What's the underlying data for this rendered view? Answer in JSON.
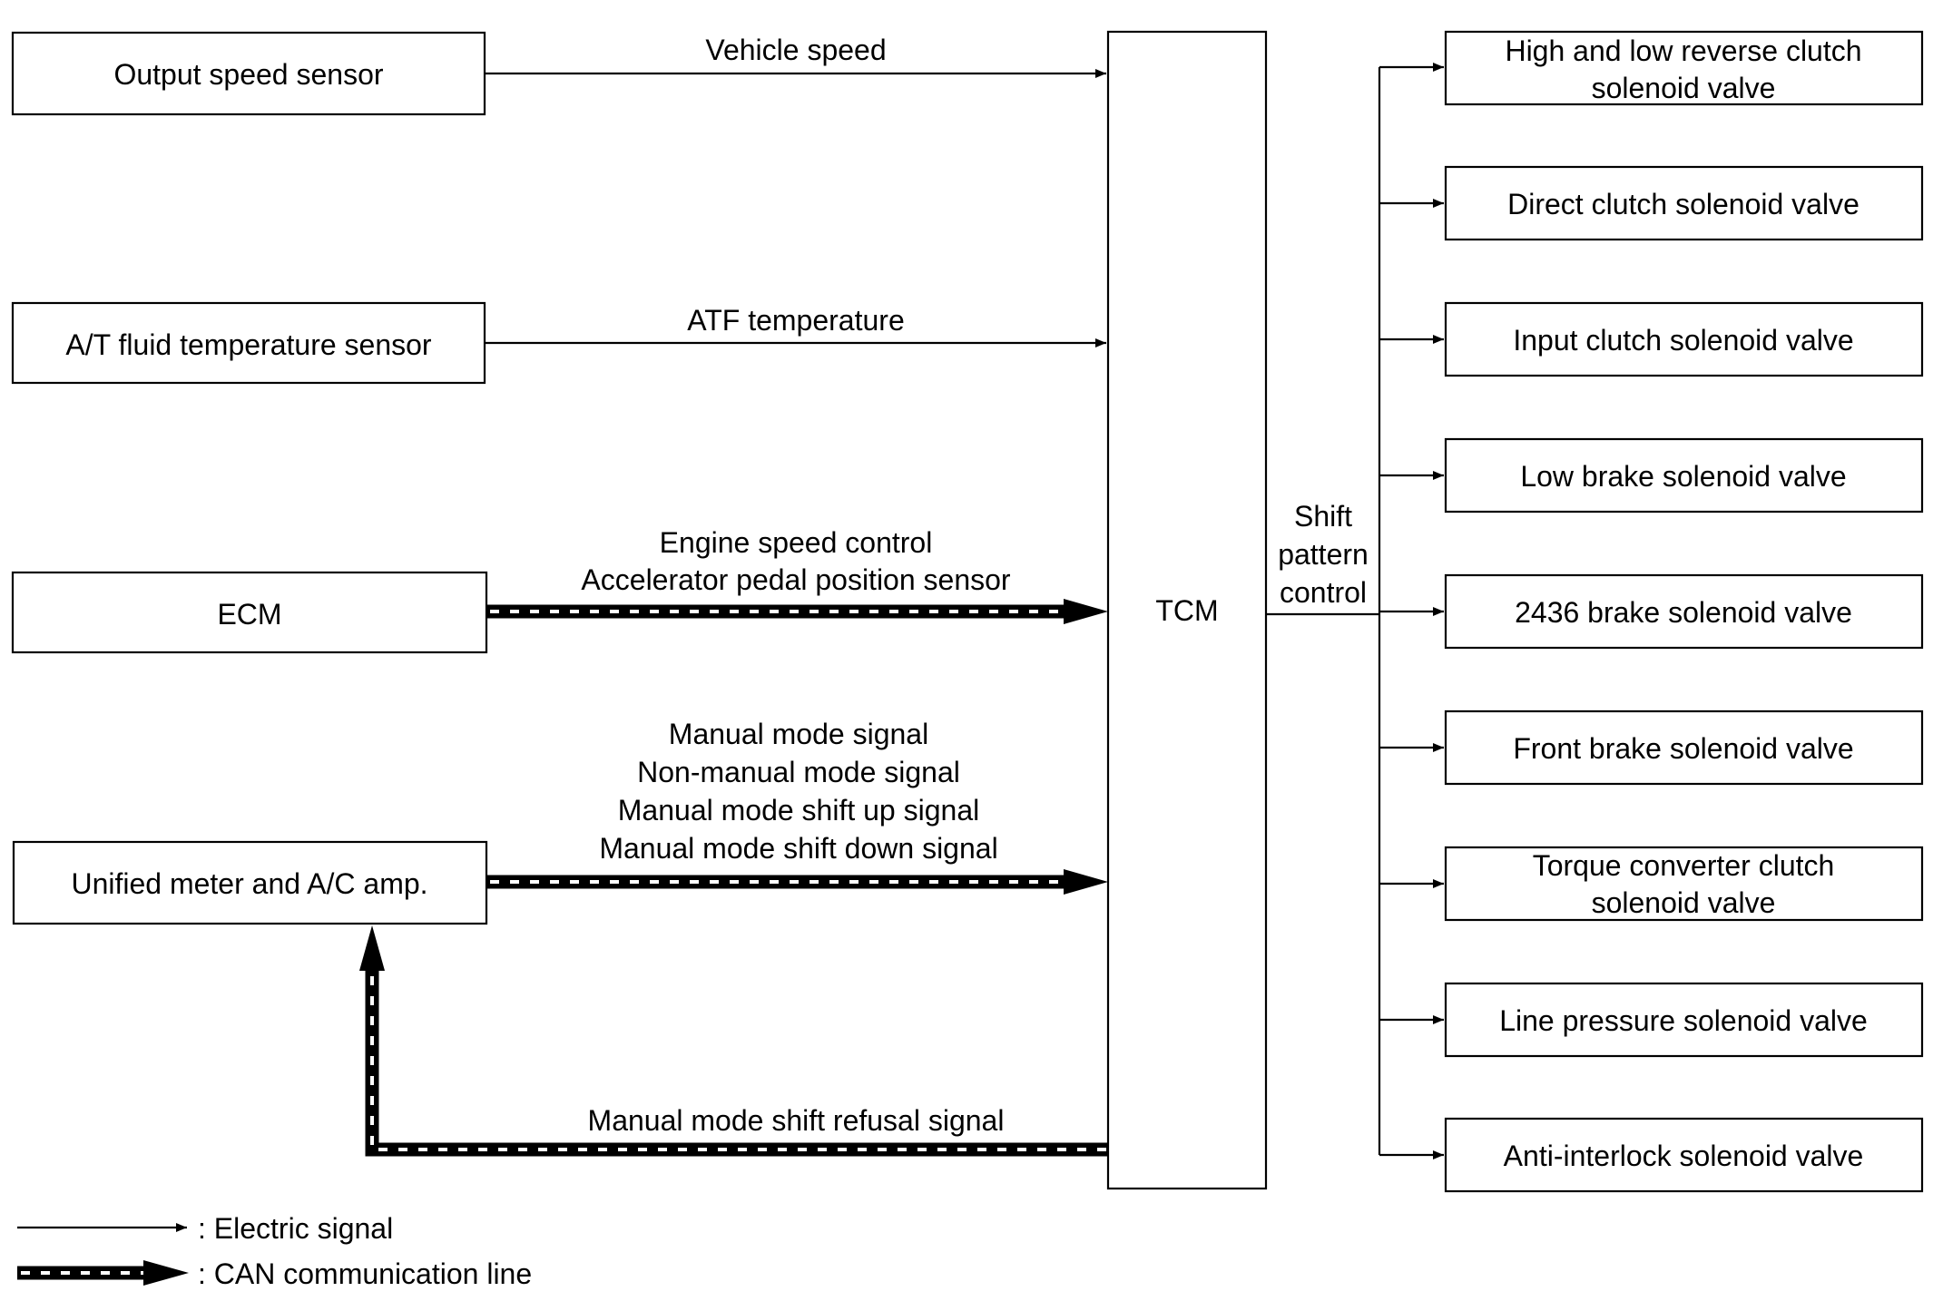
{
  "inputs": [
    {
      "label": "Output speed sensor",
      "signals": [
        "Vehicle speed"
      ],
      "line": "electric"
    },
    {
      "label": "A/T fluid temperature sensor",
      "signals": [
        "ATF temperature"
      ],
      "line": "electric"
    },
    {
      "label": "ECM",
      "signals": [
        "Engine speed control",
        "Accelerator pedal position sensor"
      ],
      "line": "can"
    },
    {
      "label": "Unified meter and A/C amp.",
      "signals": [
        "Manual mode signal",
        "Non-manual mode signal",
        "Manual mode shift up signal",
        "Manual mode shift down signal"
      ],
      "line": "can"
    }
  ],
  "feedback_signal": "Manual mode shift refusal signal",
  "controller": "TCM",
  "output_label": [
    "Shift",
    "pattern",
    "control"
  ],
  "outputs": [
    [
      "High and low reverse clutch",
      "solenoid valve"
    ],
    [
      "Direct clutch solenoid valve"
    ],
    [
      "Input clutch solenoid valve"
    ],
    [
      "Low brake solenoid valve"
    ],
    [
      "2436 brake solenoid valve"
    ],
    [
      "Front brake solenoid valve"
    ],
    [
      "Torque converter clutch",
      "solenoid valve"
    ],
    [
      "Line pressure solenoid valve"
    ],
    [
      "Anti-interlock solenoid valve"
    ]
  ],
  "legend": {
    "electric": ": Electric signal",
    "can": ": CAN communication line"
  }
}
